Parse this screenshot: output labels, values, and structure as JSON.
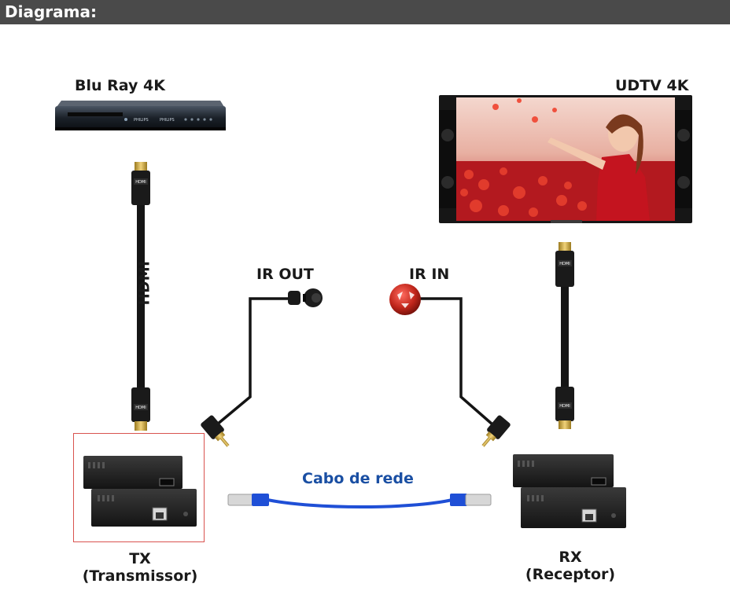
{
  "header": {
    "title": "Diagrama:"
  },
  "devices": {
    "source_label": "Blu Ray 4K",
    "display_label": "UDTV 4K",
    "player_brand": "PHILIPS",
    "tx_label": "TX",
    "tx_sub": "(Transmissor)",
    "rx_label": "RX",
    "rx_sub": "(Receptor)"
  },
  "cables": {
    "hdmi_label": "HDMI",
    "hdmi_plug_text": "HDMI",
    "ir_out_label": "IR OUT",
    "ir_in_label": "IR IN",
    "network_label": "Cabo de rede"
  },
  "colors": {
    "header_bg": "#4a4a4a",
    "network_cable": "#1f4fd6",
    "network_label": "#1a4fa3",
    "tx_frame": "#d9534f",
    "ir_receiver": "#c0261b"
  }
}
